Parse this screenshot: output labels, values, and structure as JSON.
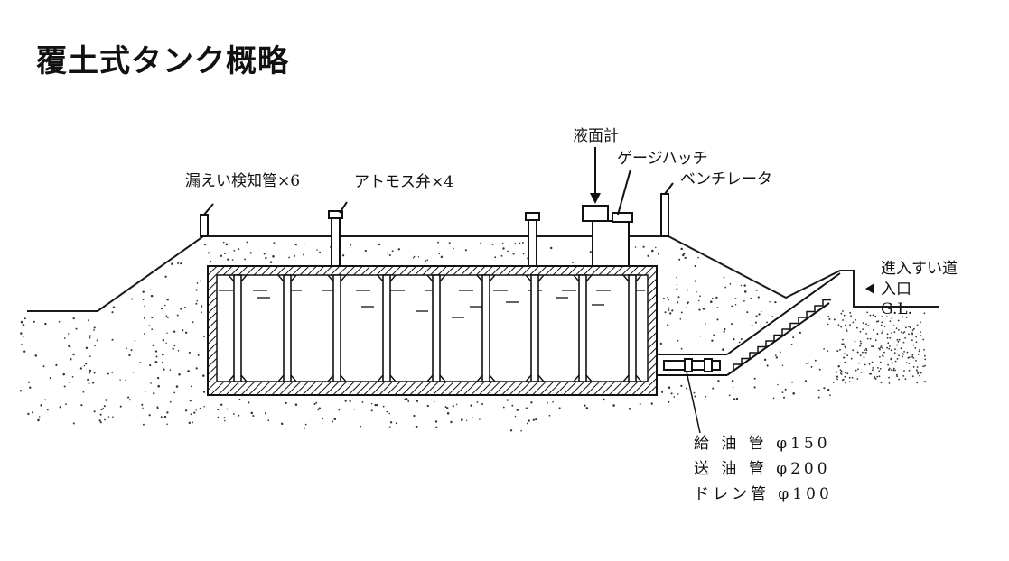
{
  "title": "覆土式タンク概略",
  "labels": {
    "leak_pipe": "漏えい検知管×6",
    "atmos_valve": "アトモス弁×4",
    "level_gauge": "液面計",
    "gauge_hatch": "ゲージハッチ",
    "ventilator": "ベンチレータ",
    "access_way": "進入すい道",
    "entrance": "入口",
    "ground_level": "G.L.",
    "supply_pipe": "給 油 管 φ150",
    "send_pipe": "送 油 管 φ200",
    "drain_pipe": "ドレン管 φ100"
  },
  "colors": {
    "line": "#1a1a1a",
    "soil_dot": "#333333",
    "background": "#ffffff"
  }
}
